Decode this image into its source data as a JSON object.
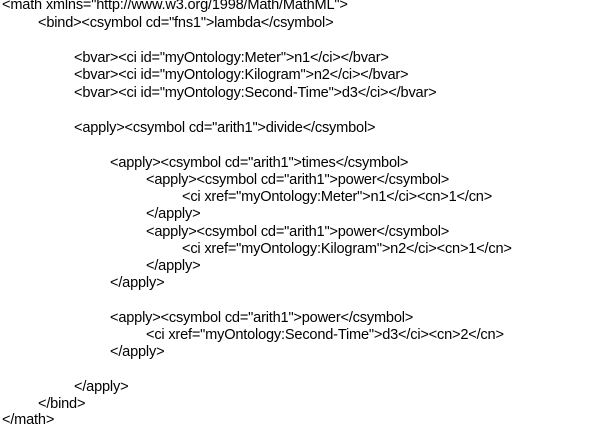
{
  "document": {
    "lines": [
      "<math xmlns=\"http://www.w3.org/1998/Math/MathML\">",
      "<bind><csymbol cd=\"fns1\">lambda</csymbol>",
      "<bvar><ci id=\"myOntology:Meter\">n1</ci></bvar>",
      "<bvar><ci id=\"myOntology:Kilogram\">n2</ci></bvar>",
      "<bvar><ci id=\"myOntology:Second-Time\">d3</ci></bvar>",
      "<apply><csymbol cd=\"arith1\">divide</csymbol>",
      "<apply><csymbol cd=\"arith1\">times</csymbol>",
      "<apply><csymbol cd=\"arith1\">power</csymbol>",
      "<ci xref=\"myOntology:Meter\">n1</ci><cn>1</cn>",
      "</apply>",
      "<apply><csymbol cd=\"arith1\">power</csymbol>",
      "<ci xref=\"myOntology:Kilogram\">n2</ci><cn>1</cn>",
      "</apply>",
      "</apply>",
      "<apply><csymbol cd=\"arith1\">power</csymbol>",
      "<ci xref=\"myOntology:Second-Time\">d3</ci><cn>2</cn>",
      "</apply>",
      "</apply>",
      "</bind>",
      "</math>"
    ]
  }
}
